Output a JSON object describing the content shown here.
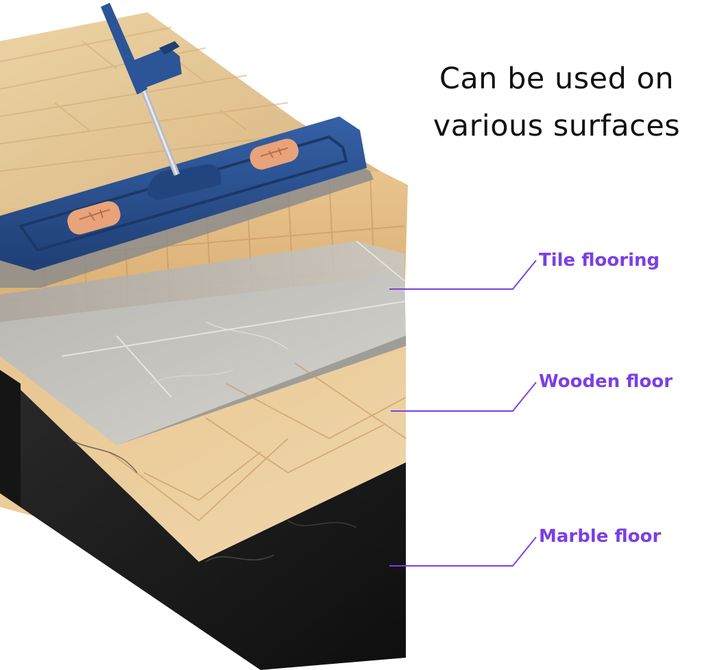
{
  "headline": {
    "line1": "Can be used on",
    "line2": "various surfaces"
  },
  "callouts": {
    "tile": "Tile flooring",
    "wood": "Wooden floor",
    "marble": "Marble floor"
  },
  "colors": {
    "callout_accent": "#7b3fe4",
    "mop_blue": "#284f8e",
    "mop_pad_orange": "#e8a37a",
    "wood_light": "#e6c796",
    "tile_grey": "#bfbdb8",
    "marble_black": "#1c1c1c"
  },
  "icons": {
    "mop": "flat-mop-icon",
    "leaf_logo": "leaf-logo-icon"
  }
}
